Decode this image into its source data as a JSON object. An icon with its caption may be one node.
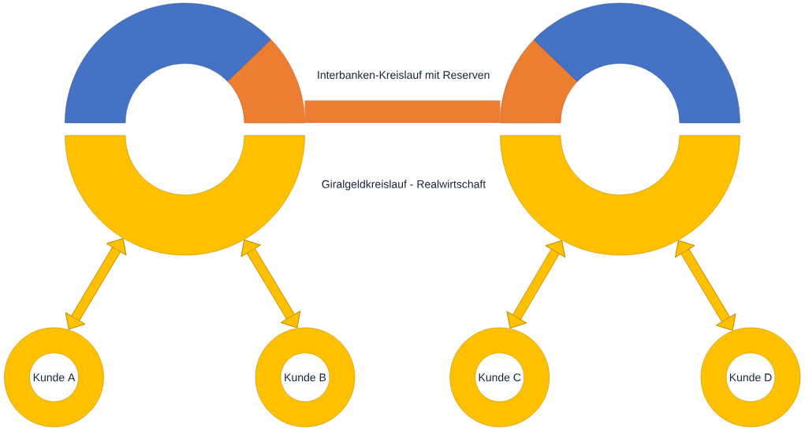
{
  "diagram": {
    "nodes": [
      {
        "text": [],
        "shape": "arc"
      },
      {
        "text": [],
        "shape": "arc"
      },
      {
        "text": [],
        "shape": "arc"
      },
      {
        "text": [],
        "shape": "arc"
      },
      {
        "text": [],
        "shape": "arc"
      },
      {
        "text": [],
        "shape": "arc"
      },
      {
        "text": [
          "Kunde A"
        ]
      },
      {
        "text": [
          "Kunde B"
        ]
      },
      {
        "text": [
          "Kunde C"
        ]
      },
      {
        "text": [
          "Kunde D"
        ]
      }
    ],
    "edges": [
      {
        "from": 1,
        "to": 2,
        "arrow": "none",
        "style": "thick",
        "color": "#ed7d31"
      },
      {
        "from": 6,
        "to": 4,
        "arrow": "both"
      },
      {
        "from": 7,
        "to": 4,
        "arrow": "both"
      },
      {
        "from": 8,
        "to": 5,
        "arrow": "both"
      },
      {
        "from": 9,
        "to": 5,
        "arrow": "both"
      }
    ],
    "labels": [
      "Interbanken-Kreislauf mit Reserven",
      "Giralgeldkreislauf - Realwirtschaft"
    ]
  }
}
